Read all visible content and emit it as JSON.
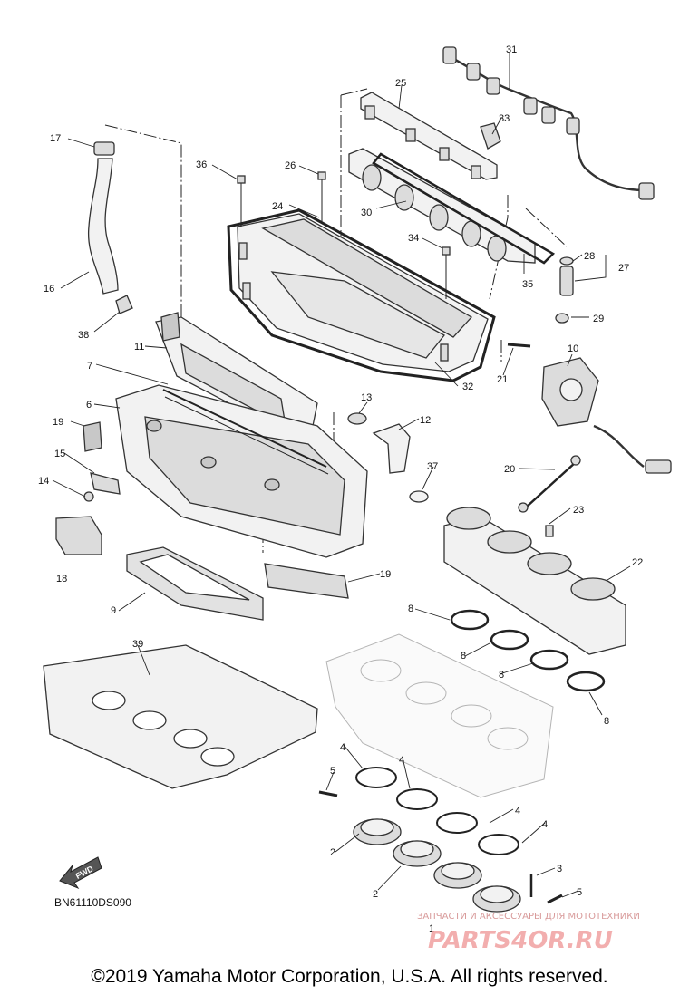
{
  "diagram": {
    "part_labels": [
      "1",
      "2",
      "3",
      "4",
      "5",
      "6",
      "7",
      "8",
      "9",
      "10",
      "11",
      "12",
      "13",
      "14",
      "15",
      "16",
      "17",
      "18",
      "19",
      "20",
      "21",
      "22",
      "23",
      "24",
      "25",
      "26",
      "27",
      "28",
      "29",
      "30",
      "31",
      "32",
      "33",
      "34",
      "35",
      "36",
      "37",
      "38",
      "39"
    ],
    "fwd_arrow": "FWD",
    "diagram_code": "BN61110DS090"
  },
  "watermark": {
    "tagline": "ЗАПЧАСТИ И АКСЕССУАРЫ ДЛЯ МОТОТЕХНИКИ",
    "site": "PARTS4OR.RU",
    "color": "#e06666"
  },
  "footer": {
    "copyright": "©2019 Yamaha Motor Corporation, U.S.A. All rights reserved."
  }
}
